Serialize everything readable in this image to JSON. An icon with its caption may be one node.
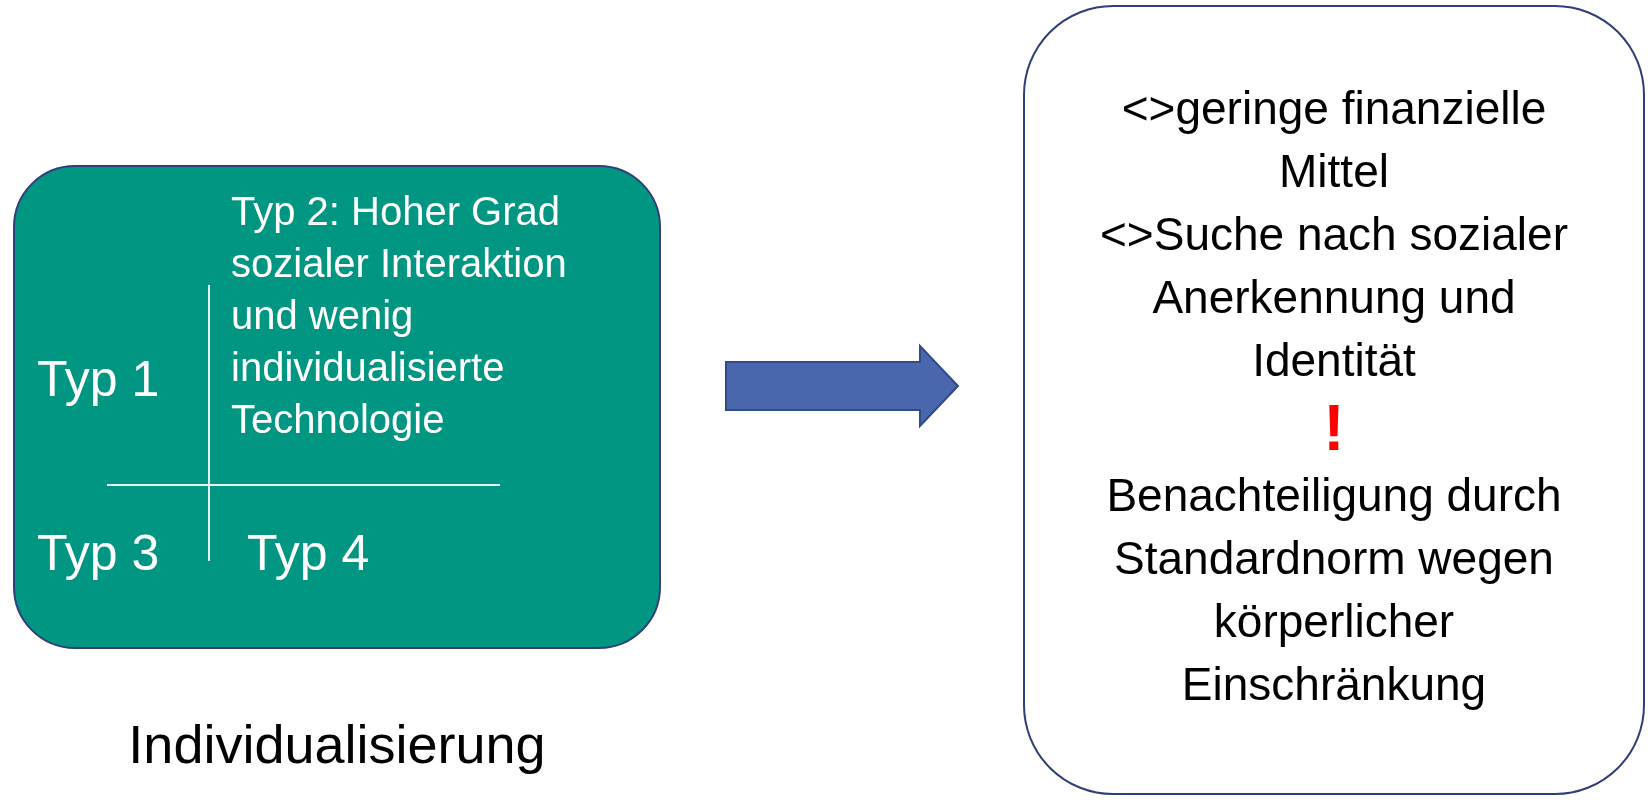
{
  "diagram": {
    "nodes": [
      {
        "text": [
          "Typ 1",
          "Typ 2: Hoher Grad sozialer Interaktion und wenig individualisierte Technologie",
          "Typ 3",
          "Typ 4"
        ],
        "beside": [
          "Individualisierung"
        ]
      },
      {
        "text": [
          "<>geringe finanzielle Mittel",
          "<>Suche nach sozialer Anerkennung und Identität",
          "!",
          "Benachteiligung durch Standardnorm wegen körperlicher Einschränkung"
        ]
      }
    ],
    "edges": [
      {
        "from": 0,
        "to": 1,
        "arrow": "to",
        "style": "thick",
        "color": "#4a66ac"
      }
    ]
  }
}
